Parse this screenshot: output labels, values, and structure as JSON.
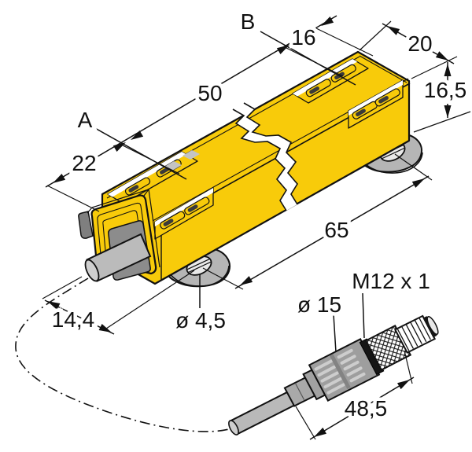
{
  "drawing": {
    "labels": {
      "ref_a": "A",
      "ref_b": "B",
      "dim_50": "50",
      "dim_22": "22",
      "dim_16": "16",
      "dim_20": "20",
      "dim_16_5": "16,5",
      "dim_65": "65",
      "dim_14_4": "14,4",
      "dia_4_5": "ø 4,5",
      "dia_15": "ø 15",
      "thread_m12": "M12 x 1",
      "dim_48_5": "48,5"
    },
    "colors": {
      "body_yellow": "#F8CB0A",
      "metal_gray": "#B5B5B5",
      "dark_gray": "#8C8C8C",
      "connector_gray": "#9E9E9E",
      "line_black": "#111111",
      "background": "#FFFFFF"
    }
  }
}
